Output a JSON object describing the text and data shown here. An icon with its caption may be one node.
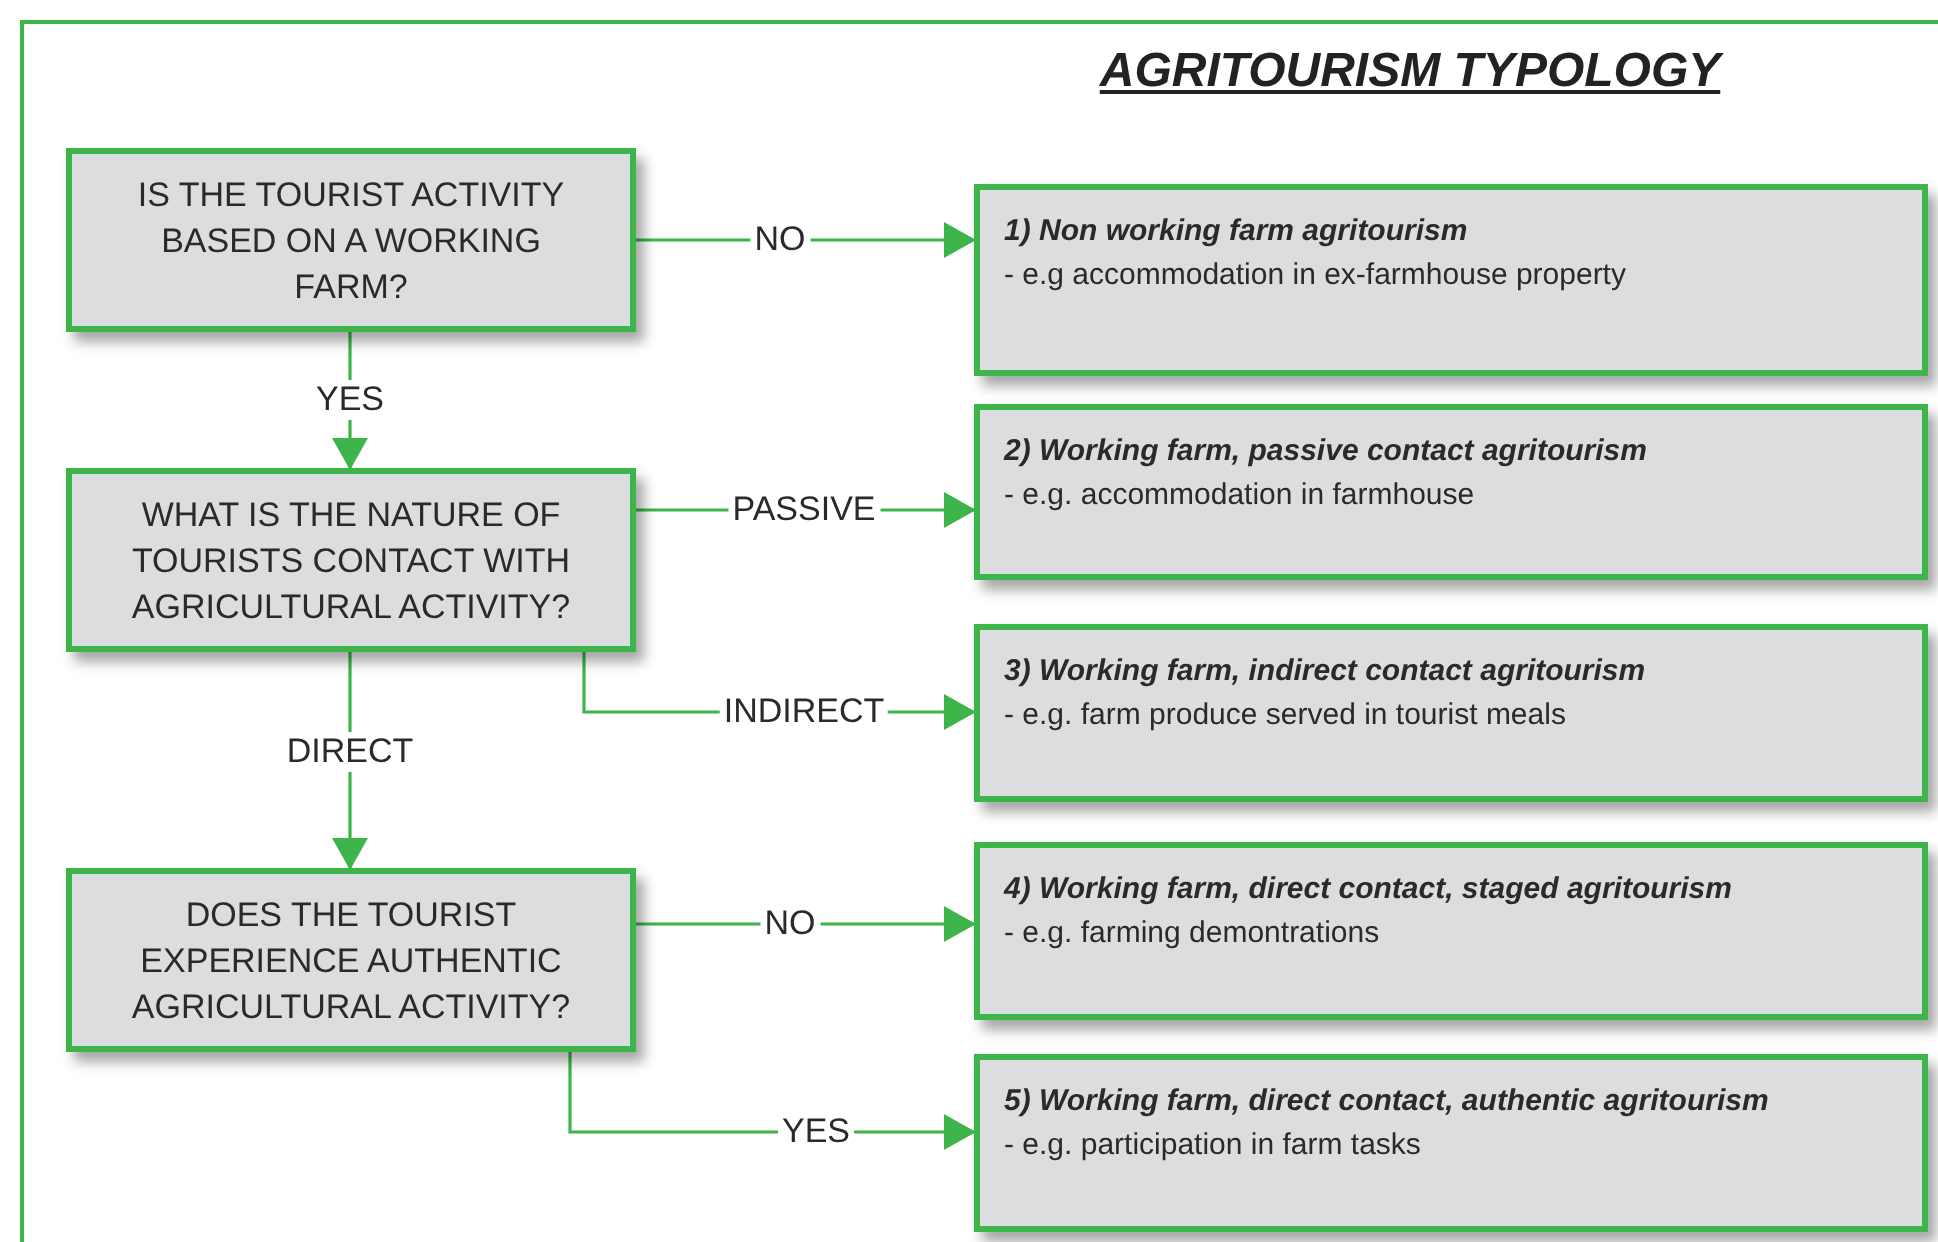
{
  "diagram": {
    "title": "AGRITOURISM TYPOLOGY",
    "nodes": [
      {
        "text": [
          "IS THE TOURIST ACTIVITY BASED ON A WORKING FARM?"
        ]
      },
      {
        "text": [
          "WHAT IS THE NATURE OF TOURISTS CONTACT WITH AGRICULTURAL ACTIVITY?"
        ]
      },
      {
        "text": [
          "DOES THE TOURIST EXPERIENCE AUTHENTIC AGRICULTURAL ACTIVITY?"
        ]
      },
      {
        "text": [
          "1) Non working farm agritourism",
          "- e.g accommodation in ex-farmhouse property"
        ]
      },
      {
        "text": [
          "2) Working farm, passive contact agritourism",
          "- e.g. accommodation in farmhouse"
        ]
      },
      {
        "text": [
          "3) Working farm, indirect contact agritourism",
          "- e.g. farm produce served in tourist meals"
        ]
      },
      {
        "text": [
          "4) Working farm, direct contact, staged agritourism",
          "- e.g. farming demontrations"
        ]
      },
      {
        "text": [
          "5) Working farm, direct contact, authentic agritourism",
          "- e.g. participation in farm tasks"
        ]
      }
    ],
    "edges": [
      {
        "from": 0,
        "to": 3,
        "arrow": "to",
        "label": "NO"
      },
      {
        "from": 0,
        "to": 1,
        "arrow": "to",
        "label": "YES"
      },
      {
        "from": 1,
        "to": 4,
        "arrow": "to",
        "label": "PASSIVE"
      },
      {
        "from": 1,
        "to": 5,
        "arrow": "to",
        "label": "INDIRECT"
      },
      {
        "from": 1,
        "to": 2,
        "arrow": "to",
        "label": "DIRECT"
      },
      {
        "from": 2,
        "to": 6,
        "arrow": "to",
        "label": "NO"
      },
      {
        "from": 2,
        "to": 7,
        "arrow": "to",
        "label": "YES"
      }
    ]
  }
}
